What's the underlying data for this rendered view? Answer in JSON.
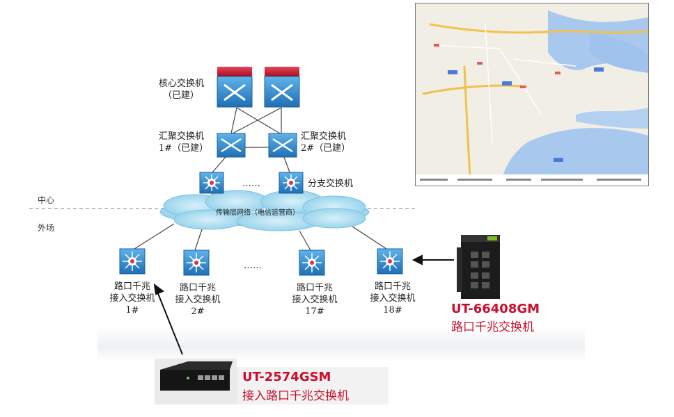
{
  "zones": {
    "center": "中心",
    "field": "外场"
  },
  "core": {
    "label_line1": "核心交换机",
    "label_line2": "（已建）"
  },
  "aggregation": {
    "left_line1": "汇聚交换机",
    "left_line2": "1#（已建）",
    "right_line1": "汇聚交换机",
    "right_line2": "2#（已建）"
  },
  "branch": {
    "label": "分支交换机",
    "dots": "……"
  },
  "network": {
    "label": "传输层网络（电信运营商）"
  },
  "access": {
    "dots": "……",
    "items": [
      {
        "line1": "路口千兆",
        "line2": "接入交换机",
        "line3": "1#"
      },
      {
        "line1": "路口千兆",
        "line2": "接入交换机",
        "line3": "2#"
      },
      {
        "line1": "路口千兆",
        "line2": "接入交换机",
        "line3": "17#"
      },
      {
        "line1": "路口千兆",
        "line2": "接入交换机",
        "line3": "18#"
      }
    ]
  },
  "products": {
    "p1": {
      "model": "UT-66408GM",
      "name": "路口千兆交换机"
    },
    "p2": {
      "model": "UT-2574GSM",
      "name": "接入路口千兆交换机"
    }
  },
  "colors": {
    "core_top": "#c8102e",
    "switch_blue": "#2f8fd0",
    "cloud": "#9fd8ef",
    "accent": "#c8102e"
  },
  "icons": [
    "core-switch-icon",
    "aggregation-switch-icon",
    "layer3-switch-icon",
    "network-cloud-icon",
    "industrial-switch-photo",
    "desktop-switch-photo",
    "map-thumbnail"
  ]
}
